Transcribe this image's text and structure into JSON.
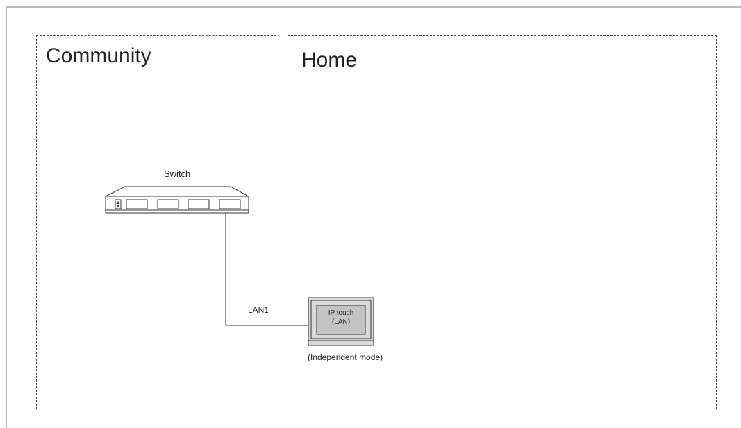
{
  "zones": {
    "community": {
      "title": "Community"
    },
    "home": {
      "title": "Home"
    }
  },
  "devices": {
    "switch": {
      "label": "Switch"
    },
    "ip_touch": {
      "screen_line1": "IP touch",
      "screen_line2": "(LAN)",
      "caption": "(Independent mode)"
    }
  },
  "links": {
    "lan1": {
      "label": "LAN1"
    }
  },
  "colors": {
    "frame": "#b8b8b8",
    "device_body": "#d9d9d9",
    "device_screen": "#c4c4c4",
    "line": "#333333"
  }
}
